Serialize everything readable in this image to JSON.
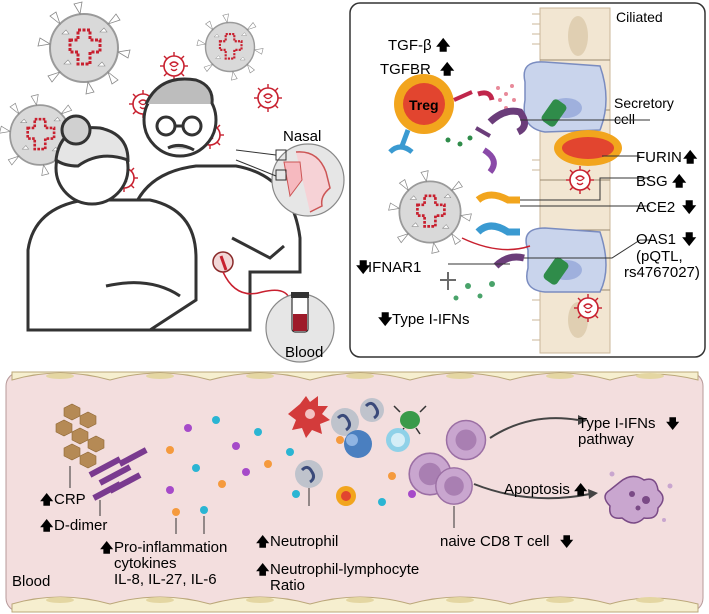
{
  "top_left": {
    "nasal_label": "Nasal",
    "blood_label": "Blood"
  },
  "cell_panel": {
    "ciliated_label": "Ciliated",
    "tgfb_label": "TGF-β",
    "tgfbr_label": "TGFBR",
    "treg_label": "Treg",
    "secretory_label_1": "Secretory",
    "secretory_label_2": "cell",
    "furin_label": "FURIN",
    "bsg_label": "BSG",
    "ace2_label": "ACE2",
    "oas1_label_1": "OAS1",
    "oas1_label_2": "(pQTL,",
    "oas1_label_3": "rs4767027)",
    "ifnar1_label": "IFNAR1",
    "type1_ifns_label": "Type I-IFNs"
  },
  "blood_panel": {
    "blood_label": "Blood",
    "crp_label": "CRP",
    "ddimer_label": "D-dimer",
    "proinflam_label": "Pro-inflammation",
    "cytokines_label": "cytokines",
    "il_label": "IL-8, IL-27, IL-6",
    "neutrophil_label": "Neutrophil",
    "nlr_label_1": "Neutrophil-lymphocyte",
    "nlr_label_2": "Ratio",
    "naive_cd8_label": "naive CD8 T cell",
    "type1_pathway_1": "Type I-IFNs",
    "type1_pathway_2": "pathway",
    "apoptosis_label": "Apoptosis"
  },
  "symbols": {
    "up_arrow": "🡅",
    "down_arrow": "🡇"
  },
  "colors": {
    "up": "#b0182a",
    "down": "#2f6fb3",
    "virus_red": "#c8202f",
    "treg_orange": "#f2a51d",
    "blood_bg": "#f3dede",
    "endothelium": "#f6efcf"
  }
}
